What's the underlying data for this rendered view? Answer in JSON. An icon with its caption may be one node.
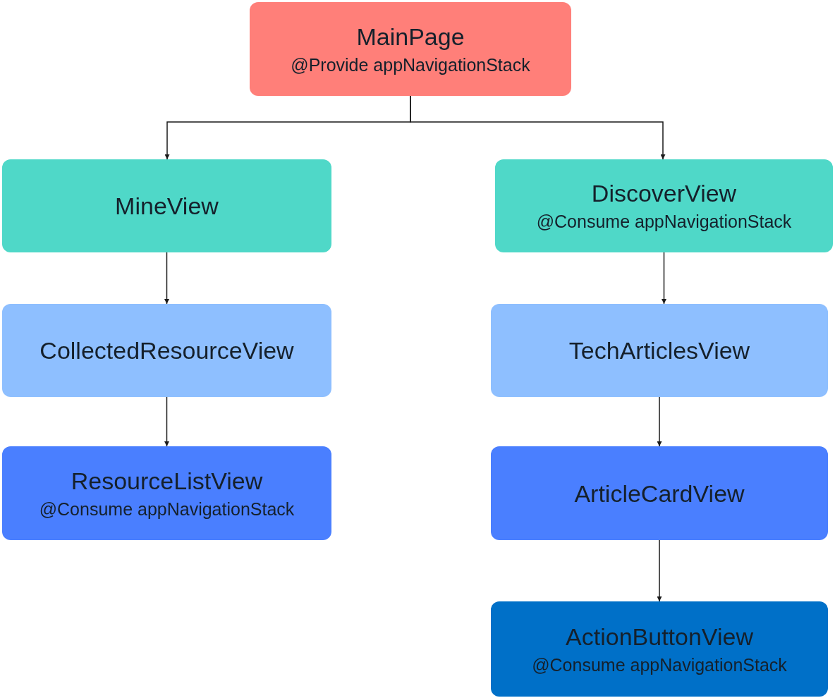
{
  "diagram": {
    "nodes": [
      {
        "text": [
          "MainPage",
          "@Provide appNavigationStack"
        ]
      },
      {
        "text": [
          "MineView"
        ]
      },
      {
        "text": [
          "DiscoverView",
          "@Consume appNavigationStack"
        ]
      },
      {
        "text": [
          "CollectedResourceView"
        ]
      },
      {
        "text": [
          "TechArticlesView"
        ]
      },
      {
        "text": [
          "ResourceListView",
          "@Consume appNavigationStack"
        ]
      },
      {
        "text": [
          "ArticleCardView"
        ]
      },
      {
        "text": [
          "ActionButtonView",
          "@Consume appNavigationStack"
        ]
      }
    ],
    "edges": [
      {
        "from": 0,
        "to": 1,
        "arrow": "to"
      },
      {
        "from": 0,
        "to": 2,
        "arrow": "to"
      },
      {
        "from": 1,
        "to": 3,
        "arrow": "to"
      },
      {
        "from": 3,
        "to": 5,
        "arrow": "to"
      },
      {
        "from": 2,
        "to": 4,
        "arrow": "to"
      },
      {
        "from": 4,
        "to": 6,
        "arrow": "to"
      },
      {
        "from": 6,
        "to": 7,
        "arrow": "to"
      }
    ]
  }
}
